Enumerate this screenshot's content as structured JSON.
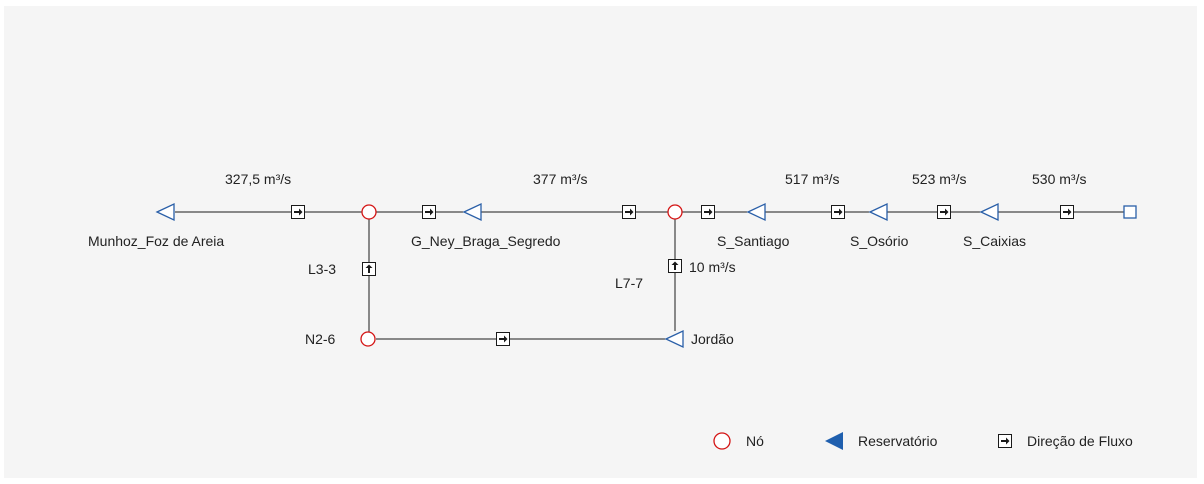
{
  "colors": {
    "background": "#f5f5f5",
    "node_stroke": "#d41414",
    "reservoir_stroke": "#2a5fa8",
    "reservoir_fill_legend": "#1f5fae",
    "line": "#1a1a1a"
  },
  "nodes": {
    "munhoz": "Munhoz_Foz de Areia",
    "g_ney": "G_Ney_Braga_Segredo",
    "s_santiago": "S_Santiago",
    "s_osorio": "S_Osório",
    "s_caixias": "S_Caixias",
    "n2_6": "N2-6",
    "jordao": "Jordão"
  },
  "links": {
    "l3_3": "L3-3",
    "l7_7": "L7-7"
  },
  "flows": {
    "munhoz_flow": "327,5 m³/s",
    "gney_flow": "377 m³/s",
    "santiago_flow": "517 m³/s",
    "osorio_flow": "523 m³/s",
    "caixias_flow": "530 m³/s",
    "jordao_flow": "10 m³/s"
  },
  "legend": {
    "node": "Nó",
    "reservoir": "Reservatório",
    "flow_direction": "Direção de Fluxo"
  }
}
